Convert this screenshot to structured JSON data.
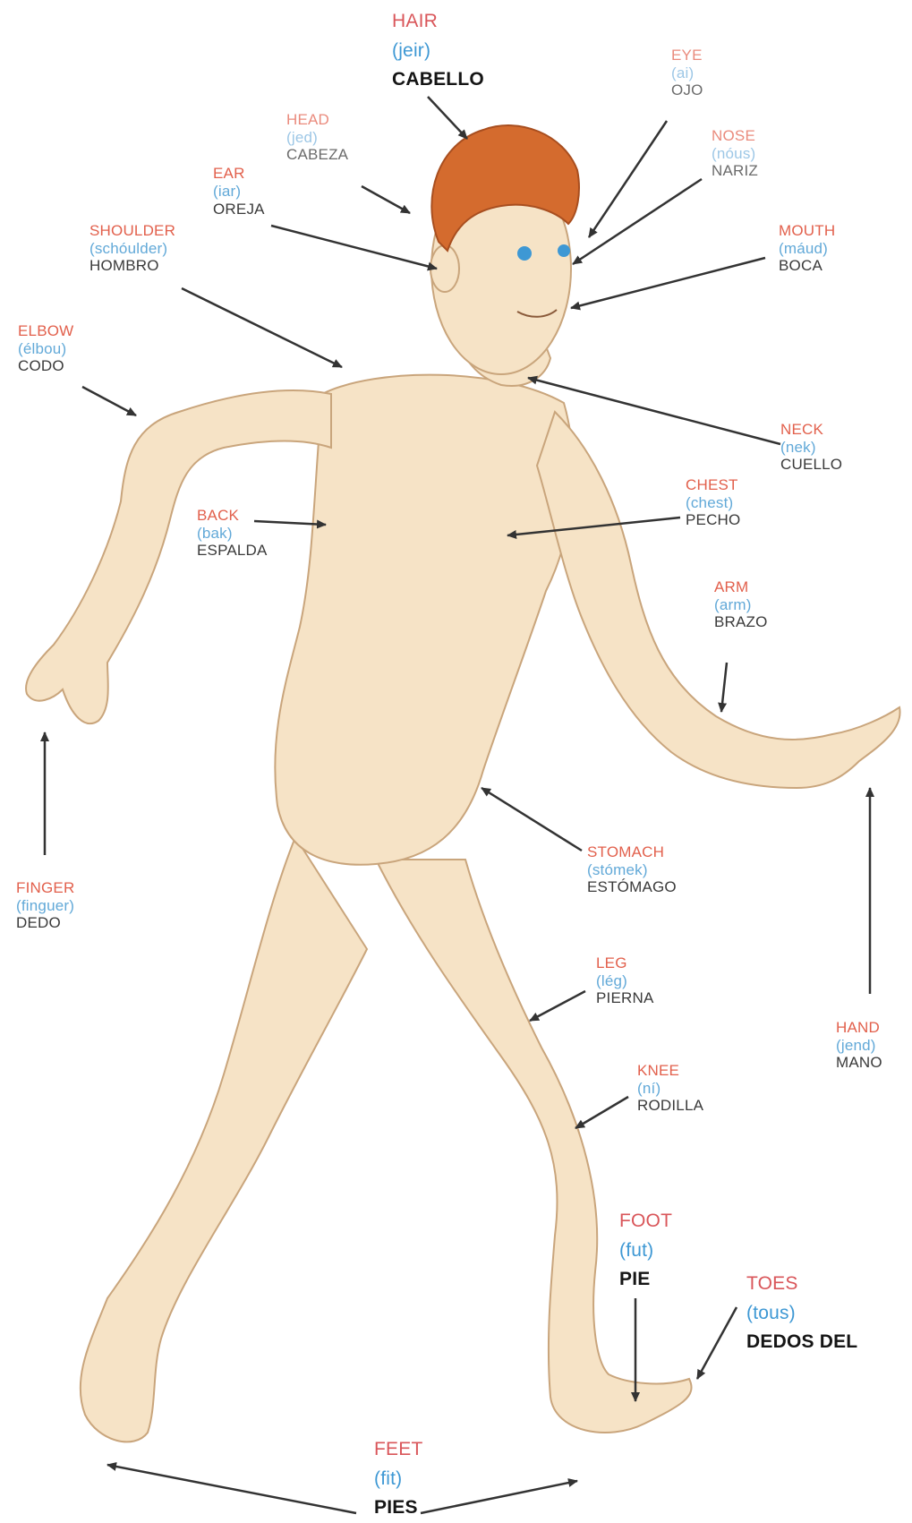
{
  "colors": {
    "english": "#e2604c",
    "pronunciation": "#62a9d8",
    "spanish": "#3a3a3a",
    "skin": "#f6e3c6",
    "hair": "#d46b2e",
    "arrow": "#333333"
  },
  "labels": {
    "hair": {
      "en": "HAIR",
      "pr": "(jeir)",
      "es": "CABELLO"
    },
    "eye": {
      "en": "EYE",
      "pr": "(ai)",
      "es": "OJO"
    },
    "head": {
      "en": "HEAD",
      "pr": "(jed)",
      "es": "CABEZA"
    },
    "nose": {
      "en": "NOSE",
      "pr": "(nóus)",
      "es": "NARIZ"
    },
    "ear": {
      "en": "EAR",
      "pr": "(iar)",
      "es": "OREJA"
    },
    "mouth": {
      "en": "MOUTH",
      "pr": "(máud)",
      "es": "BOCA"
    },
    "shoulder": {
      "en": "SHOULDER",
      "pr": "(schóulder)",
      "es": "HOMBRO"
    },
    "elbow": {
      "en": "ELBOW",
      "pr": "(élbou)",
      "es": "CODO"
    },
    "neck": {
      "en": "NECK",
      "pr": "(nek)",
      "es": "CUELLO"
    },
    "chest": {
      "en": "CHEST",
      "pr": "(chest)",
      "es": "PECHO"
    },
    "back": {
      "en": "BACK",
      "pr": "(bak)",
      "es": "ESPALDA"
    },
    "arm": {
      "en": "ARM",
      "pr": "(arm)",
      "es": "BRAZO"
    },
    "stomach": {
      "en": "STOMACH",
      "pr": "(stómek)",
      "es": "ESTÓMAGO"
    },
    "finger": {
      "en": "FINGER",
      "pr": "(finguer)",
      "es": "DEDO"
    },
    "leg": {
      "en": "LEG",
      "pr": "(lég)",
      "es": "PIERNA"
    },
    "hand": {
      "en": "HAND",
      "pr": "(jend)",
      "es": "MANO"
    },
    "knee": {
      "en": "KNEE",
      "pr": "(ní)",
      "es": "RODILLA"
    },
    "foot": {
      "en": "FOOT",
      "pr": "(fut)",
      "es": "PIE"
    },
    "toes": {
      "en": "TOES",
      "pr": "(tous)",
      "es": "DEDOS DEL"
    },
    "feet": {
      "en": "FEET",
      "pr": "(fit)",
      "es": "PIES"
    }
  }
}
